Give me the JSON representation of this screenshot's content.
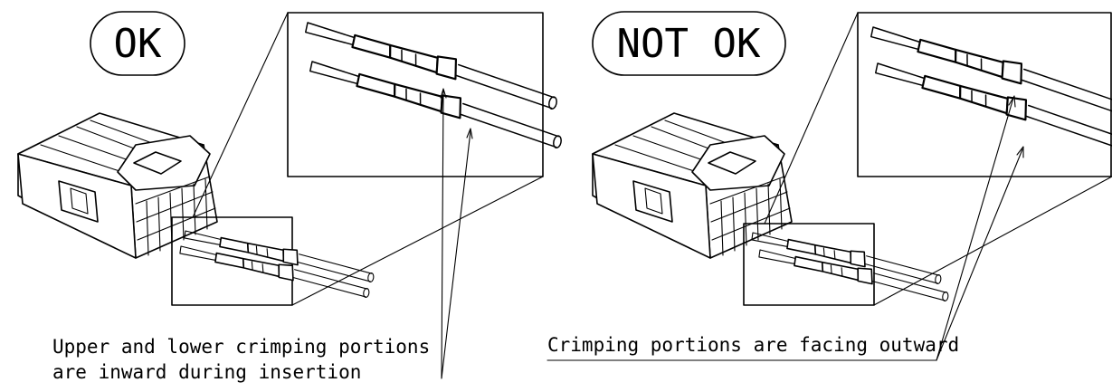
{
  "ok_panel": {
    "badge": "OK",
    "caption_line1": "Upper and lower crimping portions",
    "caption_line2": "are inward during insertion"
  },
  "not_ok_panel": {
    "badge": "NOT OK",
    "caption": "Crimping portions are facing outward"
  },
  "colors": {
    "line": "#000000",
    "background": "#ffffff"
  }
}
